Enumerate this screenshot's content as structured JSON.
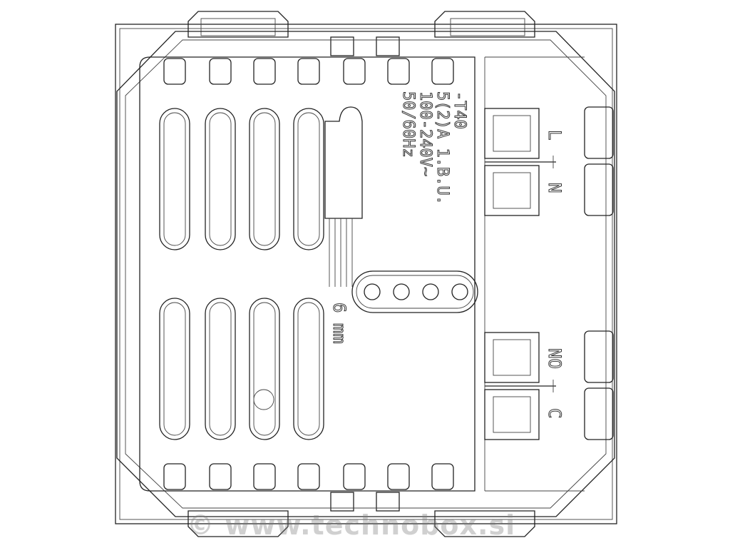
{
  "spec_lines": [
    "-T40",
    "5(2)A 1.B.U.",
    "100-240V~",
    "50/60Hz"
  ],
  "mm_label": "6 mm",
  "terminals_top": [
    "L",
    "N"
  ],
  "terminals_bottom": [
    "NO",
    "C"
  ],
  "watermark": "© www.technobox.si"
}
